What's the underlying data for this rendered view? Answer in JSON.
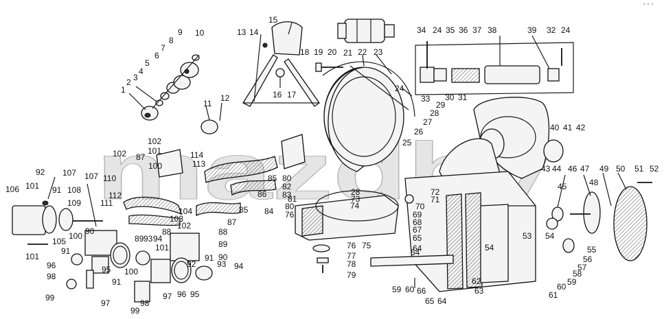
{
  "watermark": "mazdby",
  "callouts": {
    "c1": "1",
    "c2": "2",
    "c3": "3",
    "c4": "4",
    "c5": "5",
    "c6": "6",
    "c7": "7",
    "c8": "8",
    "c9": "9",
    "c10": "10",
    "c11": "11",
    "c12": "12",
    "c13": "13",
    "c14": "14",
    "c15": "15",
    "c16": "16",
    "c17": "17",
    "c18": "18",
    "c19": "19",
    "c20": "20",
    "c21": "21",
    "c22": "22",
    "c23": "23",
    "c24a": "24",
    "c24b": "24",
    "c24c": "24",
    "c25": "25",
    "c26": "26",
    "c27": "27",
    "c28a": "28",
    "c28b": "28",
    "c29": "29",
    "c30": "30",
    "c31": "31",
    "c32": "32",
    "c33": "33",
    "c34": "34",
    "c35": "35",
    "c36": "36",
    "c37": "37",
    "c38": "38",
    "c39": "39",
    "c40": "40",
    "c41": "41",
    "c42": "42",
    "c43": "43",
    "c44": "44",
    "c45": "45",
    "c46": "46",
    "c47": "47",
    "c48": "48",
    "c49": "49",
    "c50": "50",
    "c51": "51",
    "c52": "52",
    "c53": "53",
    "c54a": "54",
    "c54b": "54",
    "c54c": "54",
    "c55": "55",
    "c56": "56",
    "c57": "57",
    "c58": "58",
    "c59a": "59",
    "c59b": "59",
    "c60a": "60",
    "c60b": "60",
    "c61": "61",
    "c62": "62",
    "c63": "63",
    "c64a": "64",
    "c64b": "64",
    "c65a": "65",
    "c65b": "65",
    "c66": "66",
    "c67": "67",
    "c68": "68",
    "c69": "69",
    "c70": "70",
    "c71": "71",
    "c72": "72",
    "c73": "73",
    "c74": "74",
    "c75": "75",
    "c76a": "76",
    "c76b": "76",
    "c77": "77",
    "c78": "78",
    "c79": "79",
    "c80a": "80",
    "c80b": "80",
    "c81": "81",
    "c82": "82",
    "c83": "83",
    "c84": "84",
    "c85a": "85",
    "c85b": "85",
    "c86": "86",
    "c87a": "87",
    "c87b": "87",
    "c88a": "88",
    "c88b": "88",
    "c89a": "89",
    "c89b": "89",
    "c90a": "90",
    "c90b": "90",
    "c91a": "91",
    "c91b": "91",
    "c91c": "91",
    "c91d": "91",
    "c92a": "92",
    "c92b": "92",
    "c93a": "93",
    "c93b": "93",
    "c94a": "94",
    "c94b": "94",
    "c95a": "95",
    "c95b": "95",
    "c96a": "96",
    "c96b": "96",
    "c97a": "97",
    "c97b": "97",
    "c98a": "98",
    "c98b": "98",
    "c99a": "99",
    "c99b": "99",
    "c100a": "100",
    "c100b": "100",
    "c100c": "100",
    "c101a": "101",
    "c101b": "101",
    "c101c": "101",
    "c101d": "101",
    "c102a": "102",
    "c102b": "102",
    "c102c": "102",
    "c103": "103",
    "c104": "104",
    "c105": "105",
    "c106": "106",
    "c107a": "107",
    "c107b": "107",
    "c108": "108",
    "c109": "109",
    "c110": "110",
    "c111": "111",
    "c112": "112",
    "c113": "113",
    "c114": "114"
  }
}
